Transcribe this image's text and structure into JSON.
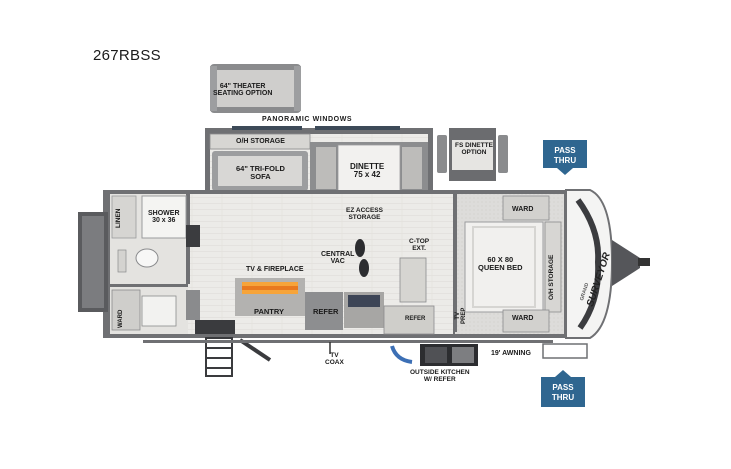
{
  "model": "267RBSS",
  "labels": {
    "theater_seating": "64\" THEATER\nSEATING OPTION",
    "panoramic_windows": "PANORAMIC WINDOWS",
    "oh_storage_left": "O/H STORAGE",
    "sofa": "64\" TRI-FOLD\nSOFA",
    "dinette": "DINETTE\n75 x 42",
    "fs_dinette": "FS DINETTE\nOPTION",
    "ez_access": "EZ ACCESS\nSTORAGE",
    "linen": "LINEN",
    "shower": "SHOWER\n30 x 36",
    "central_vac": "CENTRAL\nVAC",
    "ctop_ext": "C-TOP\nEXT.",
    "tv_fireplace": "TV & FIREPLACE",
    "ward_left": "WARD",
    "pantry": "PANTRY",
    "refer": "REFER",
    "refer_small": "REFER",
    "ward_top": "WARD",
    "queen_bed": "60 X 80\nQUEEN BED",
    "oh_storage_right": "O/H STORAGE",
    "tv_prep": "TV\nPREP",
    "ward_bottom": "WARD",
    "tv_coax": "TV\nCOAX",
    "outside_kitchen": "OUTSIDE KITCHEN\nW/ REFER",
    "awning": "19' AWNING",
    "brand_small": "GRAND",
    "brand_big": "SURVEYOR"
  },
  "pass_thru_top": "PASS\nTHRU",
  "pass_thru_bottom": "PASS\nTHRU",
  "colors": {
    "wall": "#6f7073",
    "floor": "#e9e7e3",
    "badge": "#2f6690",
    "furniture": "#bdbcba"
  }
}
